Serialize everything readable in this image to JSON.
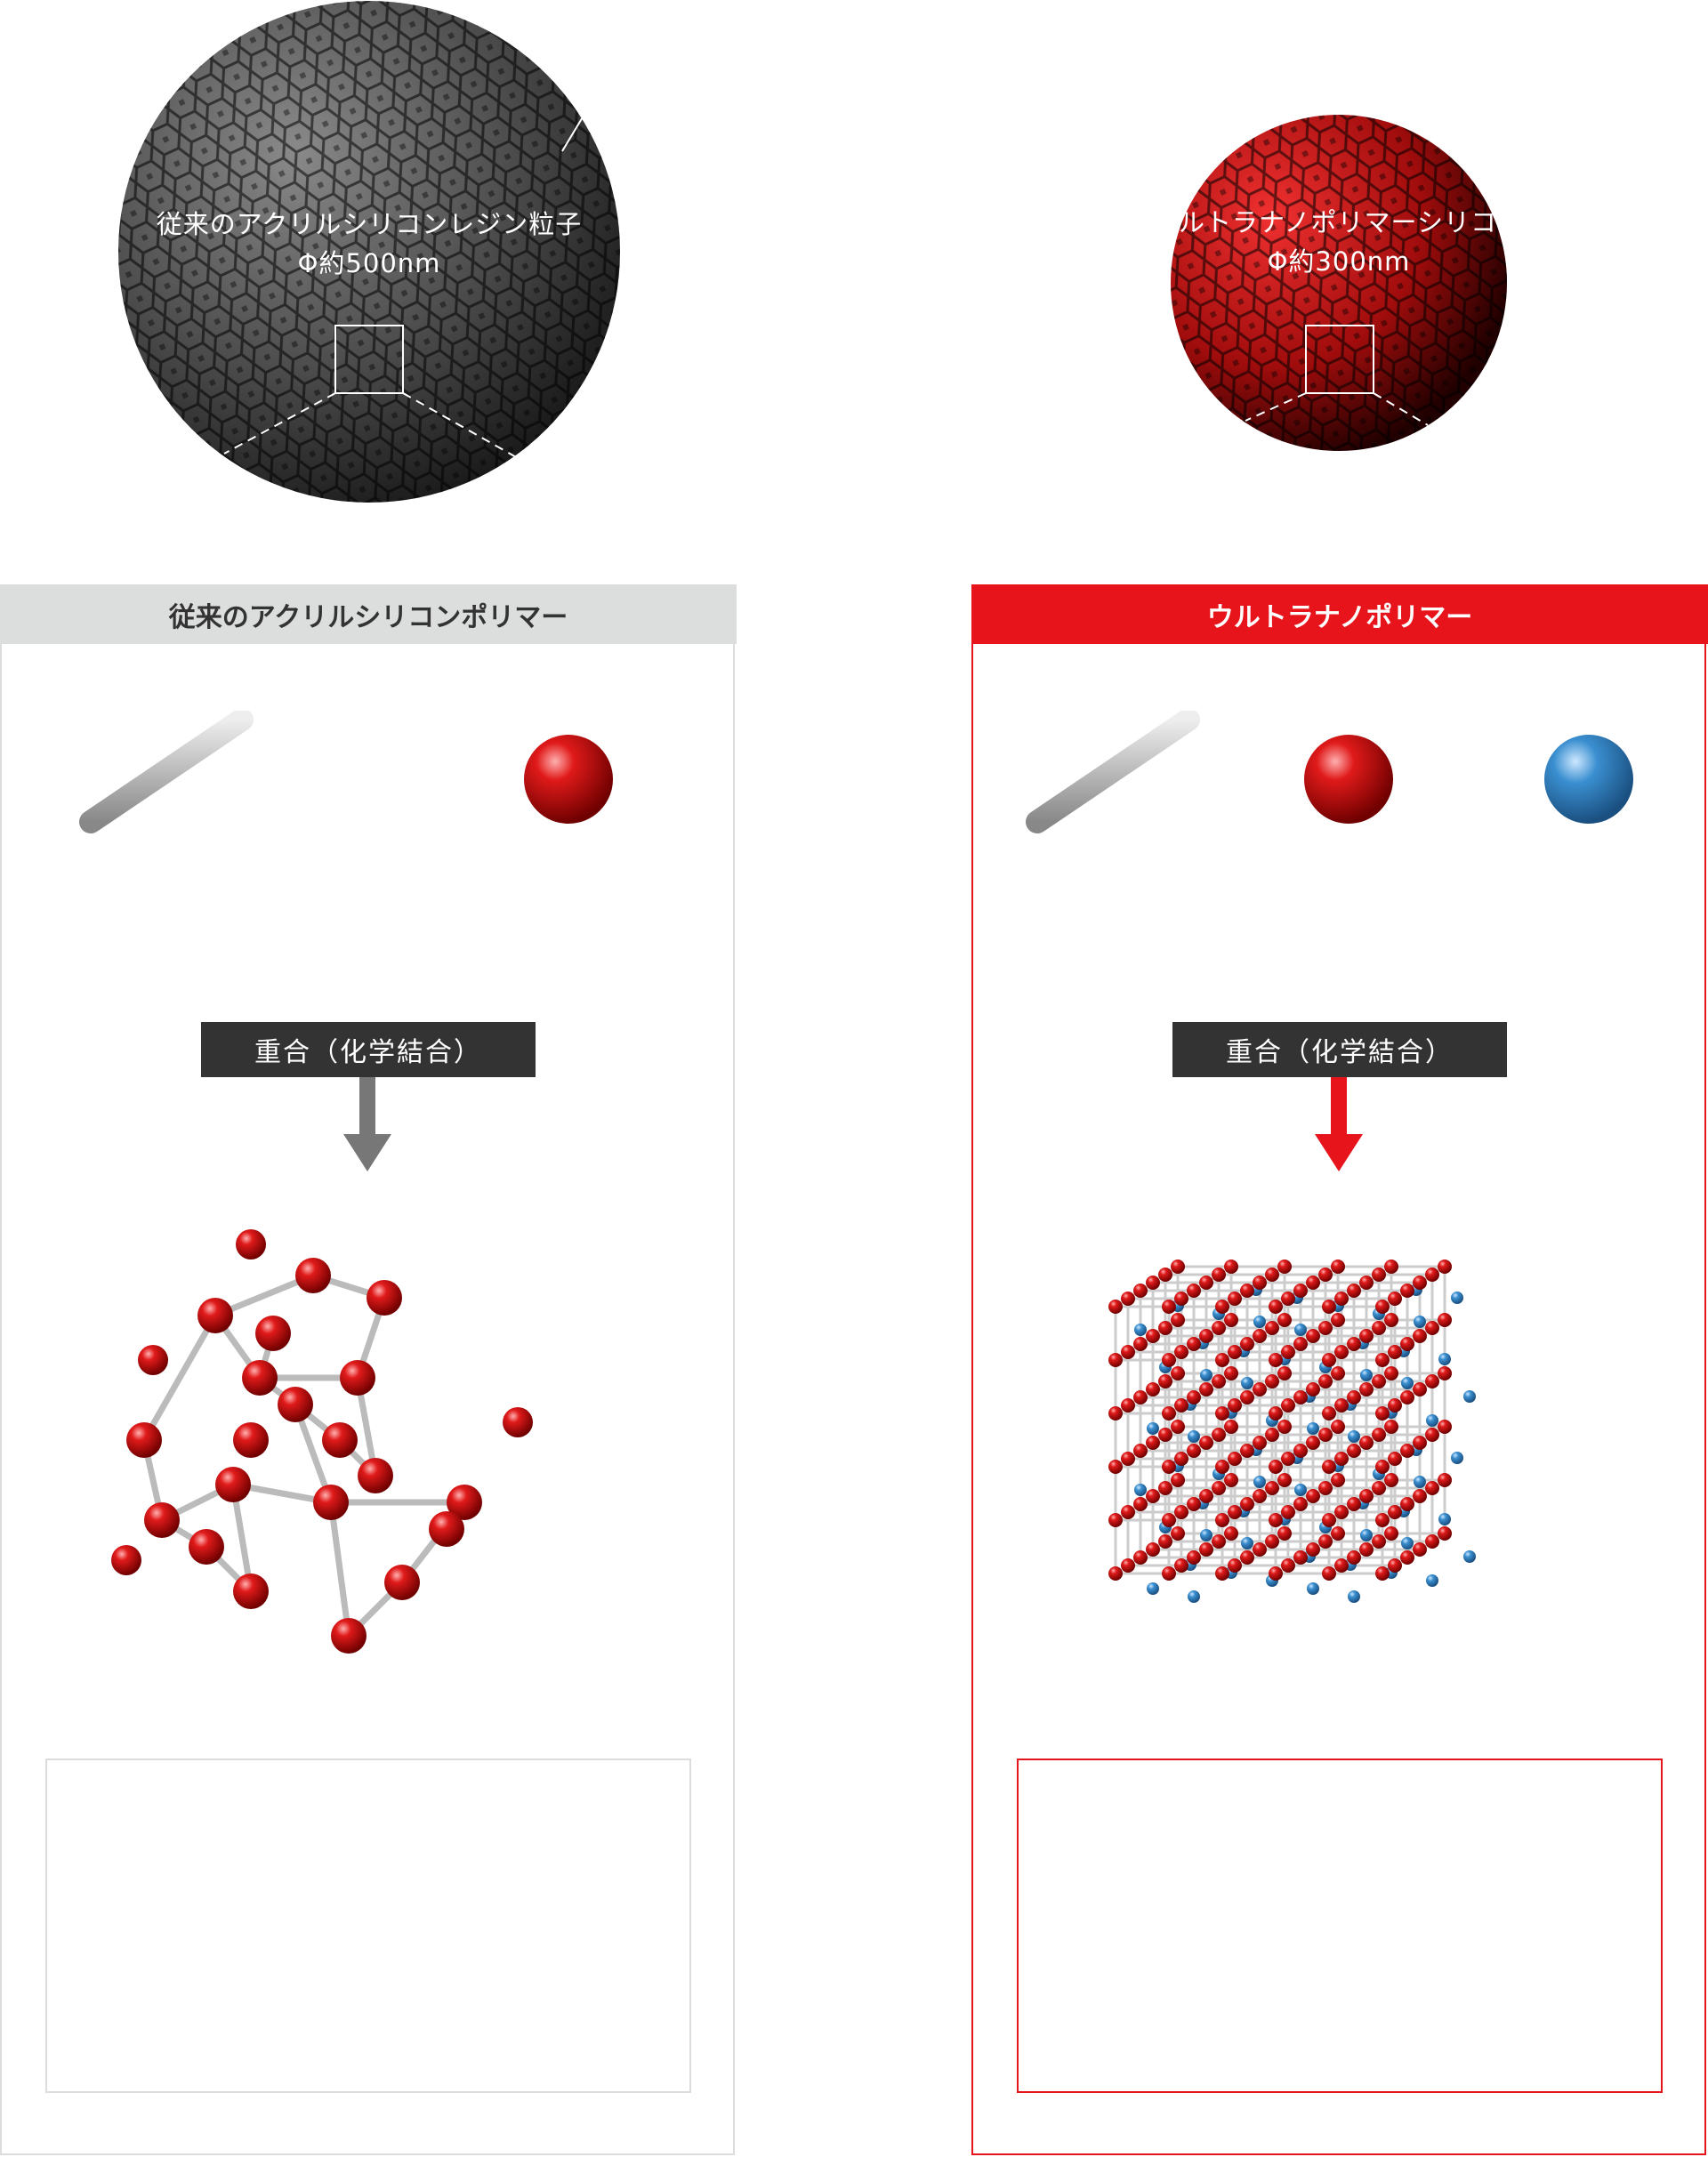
{
  "particles": {
    "conventional": {
      "name": "従来のアクリルシリコンレジン粒子",
      "size": "Φ約500nm"
    },
    "ultra": {
      "name": "ウルトラナノポリマーシリコンレジ",
      "size": "Φ約300nm"
    }
  },
  "panels": {
    "conventional": {
      "title": "従来のアクリルシリコンポリマー",
      "process": "重合（化学結合）"
    },
    "ultra": {
      "title": "ウルトラナノポリマー",
      "process": "重合（化学結合）"
    }
  },
  "colors": {
    "accent": "#e8141c",
    "gray_header": "#dcdddd",
    "label_bg": "#333333",
    "blue_atom": "#3a8fd0"
  }
}
